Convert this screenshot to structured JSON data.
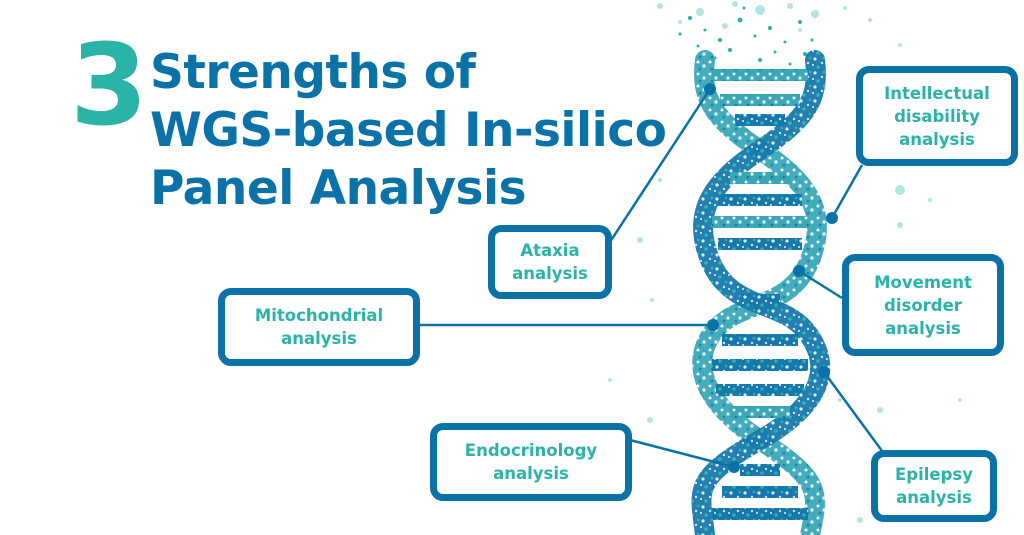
{
  "title": {
    "number": "3",
    "lines": [
      "Strengths of",
      "WGS-based In-silico",
      "Panel Analysis"
    ]
  },
  "colors": {
    "primary_blue": "#0b72a8",
    "teal": "#2bb3a8",
    "background": "#ffffff"
  },
  "labels": {
    "ataxia": [
      "Ataxia",
      "analysis"
    ],
    "intellectual": [
      "Intellectual",
      "disability",
      "analysis"
    ],
    "movement": [
      "Movement",
      "disorder",
      "analysis"
    ],
    "mitochondrial": [
      "Mitochondrial",
      "analysis"
    ],
    "endocrinology": [
      "Endocrinology",
      "analysis"
    ],
    "epilepsy": [
      "Epilepsy",
      "analysis"
    ]
  },
  "icons": {
    "dna": "dna-double-helix-illustration",
    "connector_dot": "filled-circle"
  }
}
